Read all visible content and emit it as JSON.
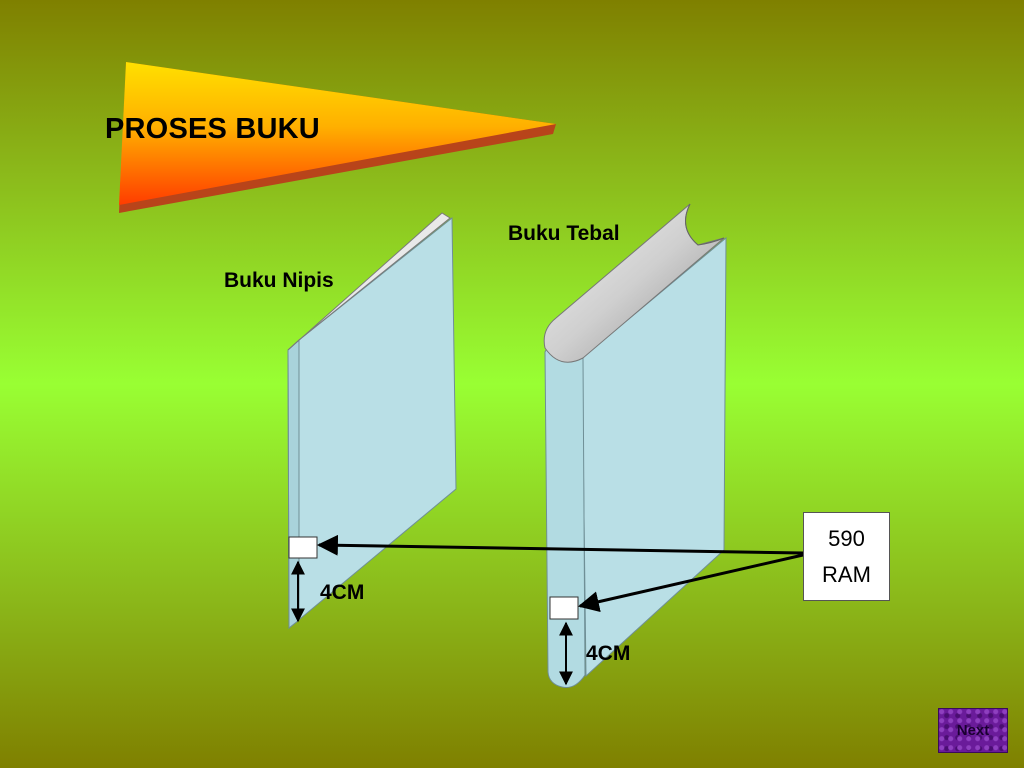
{
  "title": "PROSES BUKU",
  "books": {
    "thick_label": "Buku Tebal",
    "thin_label": "Buku Nipis"
  },
  "measurements": {
    "thin_book": "4CM",
    "thick_book": "4CM"
  },
  "ram_box": {
    "number": "590",
    "unit": "RAM"
  },
  "nav": {
    "next_label": "Next"
  },
  "colors": {
    "book_page": "#b9dfe6",
    "banner_top": "#ffd800",
    "banner_bottom": "#ff4400",
    "next_button": "#6a1b9a"
  }
}
